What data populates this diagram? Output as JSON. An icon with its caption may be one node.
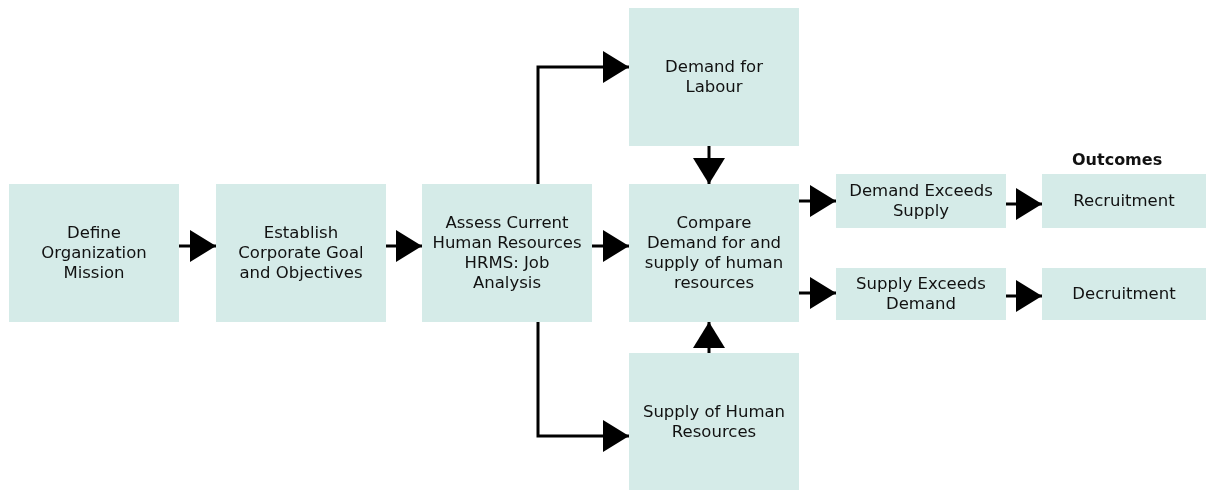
{
  "diagram": {
    "nodes": [
      {
        "text": [
          "Define Organization Mission"
        ]
      },
      {
        "text": [
          "Establish Corporate Goal and Objectives"
        ]
      },
      {
        "text": [
          "Assess Current Human Resources",
          "HRMS: Job Analysis"
        ]
      },
      {
        "text": [
          "Demand for Labour"
        ]
      },
      {
        "text": [
          "Compare Demand for and supply of human resources"
        ]
      },
      {
        "text": [
          "Supply of Human Resources"
        ]
      },
      {
        "text": [
          "Demand Exceeds Supply"
        ]
      },
      {
        "text": [
          "Supply Exceeds Demand"
        ]
      },
      {
        "text": [
          "Recruitment"
        ]
      },
      {
        "text": [
          "Decruitment"
        ]
      }
    ],
    "edges": [
      {
        "from": 0,
        "to": 1,
        "arrow": "to"
      },
      {
        "from": 1,
        "to": 2,
        "arrow": "to"
      },
      {
        "from": 2,
        "to": 4,
        "arrow": "to"
      },
      {
        "from": 2,
        "to": 3,
        "arrow": "to"
      },
      {
        "from": 2,
        "to": 5,
        "arrow": "to"
      },
      {
        "from": 3,
        "to": 4,
        "arrow": "to"
      },
      {
        "from": 5,
        "to": 4,
        "arrow": "to"
      },
      {
        "from": 4,
        "to": 6,
        "arrow": "to"
      },
      {
        "from": 4,
        "to": 7,
        "arrow": "to"
      },
      {
        "from": 6,
        "to": 8,
        "arrow": "to"
      },
      {
        "from": 7,
        "to": 9,
        "arrow": "to"
      }
    ],
    "labels": [
      "Outcomes"
    ]
  }
}
